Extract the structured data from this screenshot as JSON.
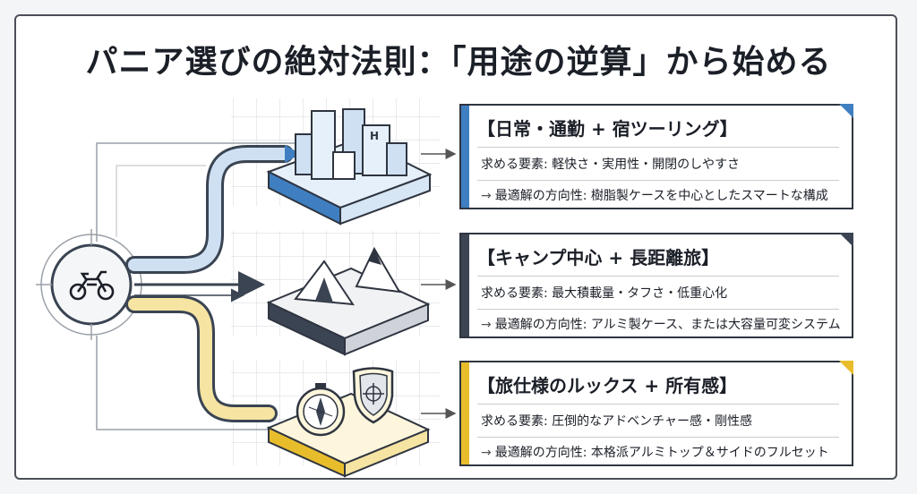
{
  "title": "パニア選びの絶対法則：「用途の逆算」から始める",
  "colors": {
    "blue": "#3f7fc1",
    "dark": "#3a4452",
    "yellow": "#e8bd2c",
    "light_blue": "#cfe0f3",
    "light_yellow": "#f6e4a2"
  },
  "source_icon": "motorcycle-icon",
  "cards": [
    {
      "heading": "【日常・通勤 + 宿ツーリング】",
      "requirement": "求める要素: 軽快さ・実用性・開閉のしやすさ",
      "direction_arrow": "→",
      "direction": "最適解の方向性: 樹脂製ケースを中心としたスマートな構成",
      "icon": "city-buildings-icon",
      "accent": "#3f7fc1"
    },
    {
      "heading": "【キャンプ中心 + 長距離旅】",
      "requirement": "求める要素: 最大積載量・タフさ・低重心化",
      "direction_arrow": "→",
      "direction": "最適解の方向性: アルミ製ケース、または大容量可変システム",
      "icon": "tent-mountain-icon",
      "accent": "#3a4452"
    },
    {
      "heading": "【旅仕様のルックス + 所有感】",
      "requirement": "求める要素: 圧倒的なアドベンチャー感・剛性感",
      "direction_arrow": "→",
      "direction": "最適解の方向性: 本格派アルミトップ＆サイドのフルセット",
      "icon": "compass-shield-icon",
      "accent": "#e8bd2c"
    }
  ]
}
